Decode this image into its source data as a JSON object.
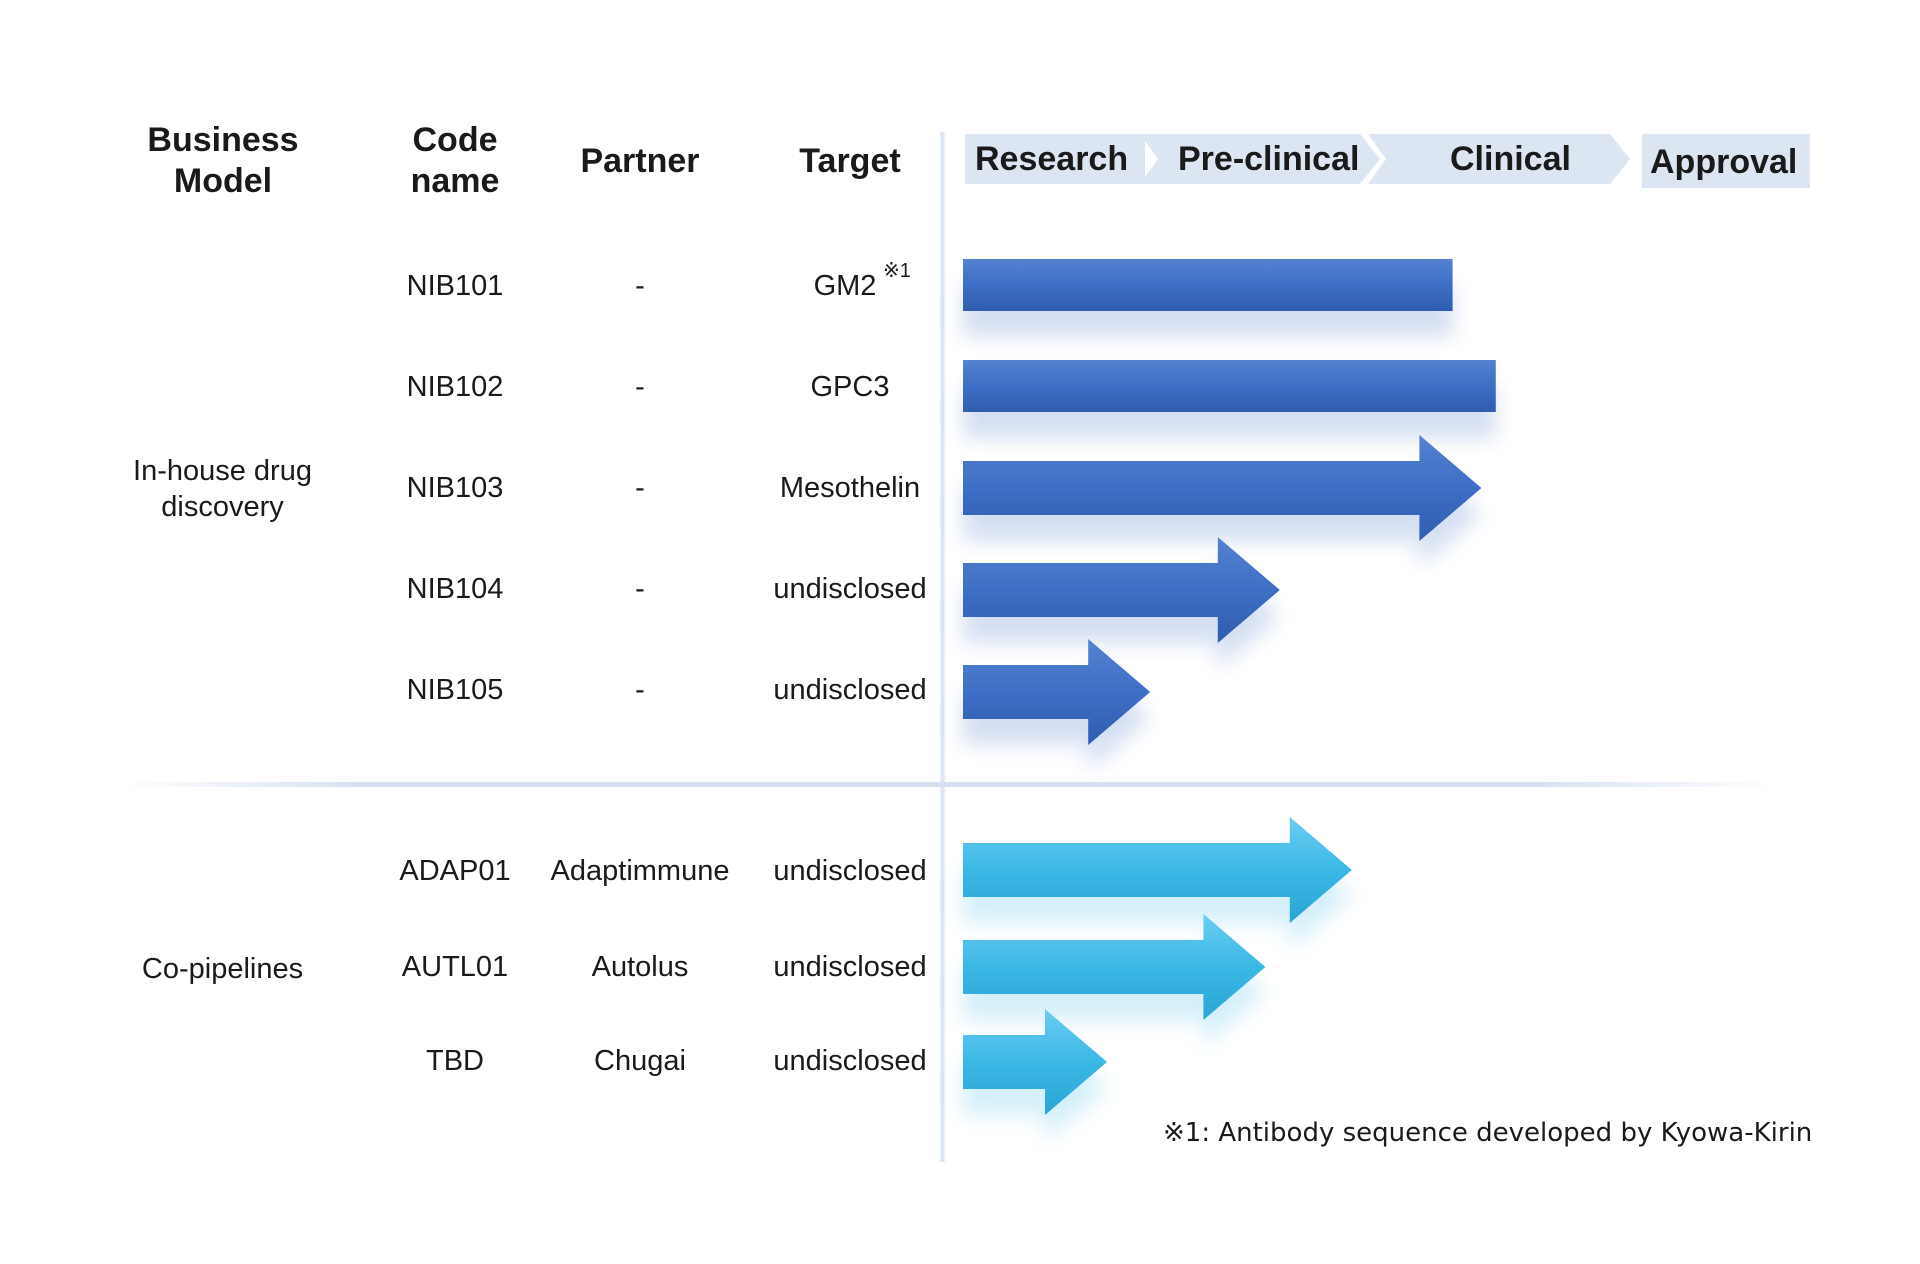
{
  "headers": {
    "business_model": "Business Model",
    "code_name": "Code name",
    "partner": "Partner",
    "target": "Target"
  },
  "stages": [
    "Research",
    "Pre-clinical",
    "Clinical",
    "Approval"
  ],
  "groups": [
    {
      "name": "In-house drug discovery"
    },
    {
      "name": "Co-pipelines"
    }
  ],
  "rows": [
    {
      "code": "NIB101",
      "partner": "-",
      "target": "GM2",
      "target_note": "※1",
      "progress": 0.34,
      "shape": "bar",
      "color": "#3d6fc4"
    },
    {
      "code": "NIB102",
      "partner": "-",
      "target": "GPC3",
      "target_note": "",
      "progress": 0.37,
      "shape": "bar",
      "color": "#3d6fc4"
    },
    {
      "code": "NIB103",
      "partner": "-",
      "target": "Mesothelin",
      "target_note": "",
      "progress": 0.36,
      "shape": "arrow",
      "color": "#3d6fc4"
    },
    {
      "code": "NIB104",
      "partner": "-",
      "target": "undisclosed",
      "target_note": "",
      "progress": 0.22,
      "shape": "arrow",
      "color": "#3d6fc4"
    },
    {
      "code": "NIB105",
      "partner": "-",
      "target": "undisclosed",
      "target_note": "",
      "progress": 0.13,
      "shape": "arrow",
      "color": "#3d6fc4"
    },
    {
      "code": "ADAP01",
      "partner": "Adaptimmune",
      "target": "undisclosed",
      "target_note": "",
      "progress": 0.27,
      "shape": "arrow",
      "color": "#3ab8e6"
    },
    {
      "code": "AUTL01",
      "partner": "Autolus",
      "target": "undisclosed",
      "target_note": "",
      "progress": 0.21,
      "shape": "arrow",
      "color": "#3ab8e6"
    },
    {
      "code": "TBD",
      "partner": "Chugai",
      "target": "undisclosed",
      "target_note": "",
      "progress": 0.1,
      "shape": "arrow",
      "color": "#3ab8e6"
    }
  ],
  "footnote": "※1: Antibody sequence developed by Kyowa-Kirin"
}
